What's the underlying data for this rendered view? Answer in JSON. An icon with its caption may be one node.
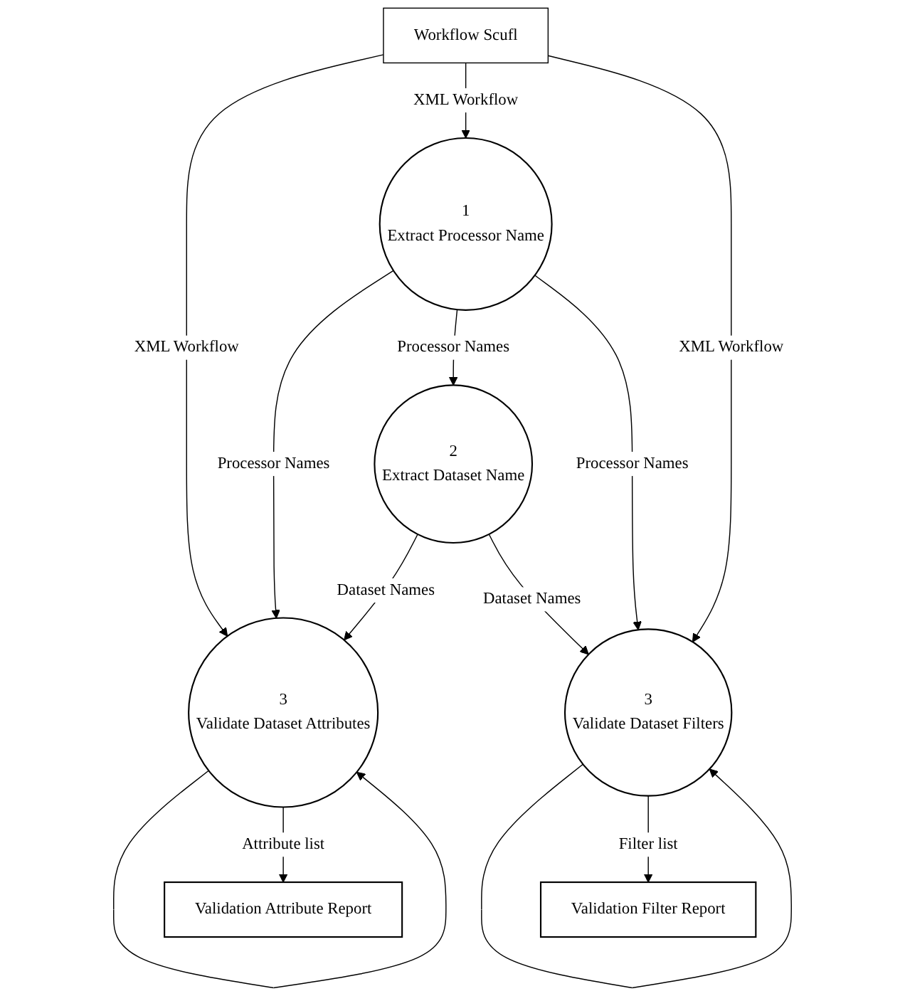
{
  "diagram": {
    "nodes": [
      {
        "text": [
          "Workflow Scufl"
        ]
      },
      {
        "text": [
          "1",
          "Extract Processor Name"
        ]
      },
      {
        "text": [
          "2",
          "Extract Dataset Name"
        ]
      },
      {
        "text": [
          "3",
          "Validate Dataset Attributes"
        ]
      },
      {
        "text": [
          "3",
          "Validate Dataset Filters"
        ]
      },
      {
        "text": [
          "Validation Attribute Report"
        ]
      },
      {
        "text": [
          "Validation Filter Report"
        ]
      }
    ],
    "edges": [
      {
        "from": 0,
        "to": 3,
        "arrow": "to",
        "label": "XML Workflow"
      },
      {
        "from": 0,
        "to": 1,
        "arrow": "to",
        "label": "XML Workflow"
      },
      {
        "from": 0,
        "to": 4,
        "arrow": "to",
        "label": "XML Workflow"
      },
      {
        "from": 1,
        "to": 3,
        "arrow": "to",
        "label": "Processor Names"
      },
      {
        "from": 1,
        "to": 2,
        "arrow": "to",
        "label": "Processor Names"
      },
      {
        "from": 1,
        "to": 4,
        "arrow": "to",
        "label": "Processor Names"
      },
      {
        "from": 3,
        "to": 3,
        "arrow": "to"
      },
      {
        "from": 2,
        "to": 3,
        "arrow": "to",
        "label": "Dataset Names"
      },
      {
        "from": 2,
        "to": 4,
        "arrow": "to",
        "label": "Dataset Names"
      },
      {
        "from": 4,
        "to": 4,
        "arrow": "to"
      },
      {
        "from": 3,
        "to": 5,
        "arrow": "to",
        "label": "Attribute list"
      },
      {
        "from": 4,
        "to": 6,
        "arrow": "to",
        "label": "Filter list"
      }
    ]
  }
}
